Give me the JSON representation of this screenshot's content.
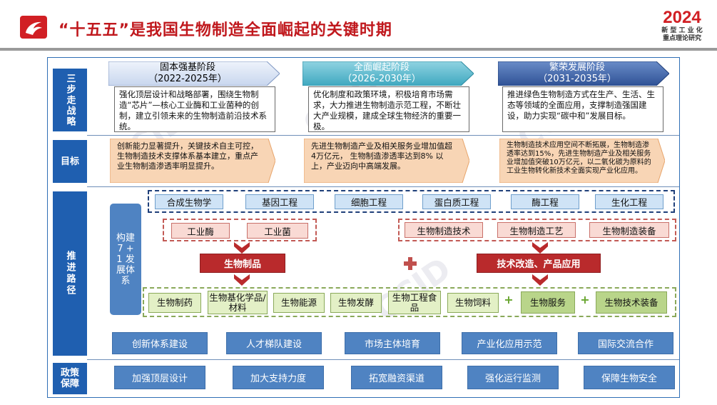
{
  "header": {
    "title": "“十五五”是我国生物制造全面崛起的关键时期",
    "logo_year": "2024",
    "logo_line1": "新 型 工 业 化",
    "logo_line2": "重点理论研究"
  },
  "rows": {
    "strategy": "三步走战略",
    "goals": "目标",
    "paths": "推进路径",
    "policy": "政策保障"
  },
  "phases": [
    {
      "name": "固本强基阶段",
      "years": "（2022-2025年）",
      "desc": "强化顶层设计和战略部署，围绕生物制造“芯片”—核心工业酶和工业菌种的创制，建立引领未来的生物制造前沿技术系统。",
      "goal": "创新能力显著提升，关键技术自主可控，生物制造技术支撑体系基本建立，重点产业生物制造渗透率明显提升。"
    },
    {
      "name": "全面崛起阶段",
      "years": "（2026-2030年）",
      "desc": "优化制度和政策环境，积极培育市场需求，大力推进生物制造示范工程，不断壮大产业规模，建成全球生物经济的重要一极。",
      "goal": "先进生物制造产业及相关服务业增加值超4万亿元， 生物制造渗透率达到8% 以上，产业迈向中高端发展。"
    },
    {
      "name": "繁荣发展阶段",
      "years": "（2031-2035年）",
      "desc": "推进绿色生物制造方式在生产、生活、生态等领域的全面应用，支撑制造强国建设，助力实现“碳中和”发展目标。",
      "goal": "生物制造技术应用空间不断拓展，生物制造渗透率达到15%，先进生物制造产业及相关服务业增加值突破10万亿元，以二氧化碳为原料的工业生物转化新技术全面实现产业化应用。"
    }
  ],
  "system": {
    "label": "构建 7 + 1 发展体系",
    "sciences": [
      "合成生物学",
      "基因工程",
      "细胞工程",
      "蛋白质工程",
      "酶工程",
      "生化工程"
    ],
    "left_inputs": [
      "工业酶",
      "工业菌"
    ],
    "right_inputs": [
      "生物制造技术",
      "生物制造工艺",
      "生物制造装备"
    ],
    "products_label": "生物制品",
    "upgrade_label": "技术改造、产品应用",
    "plus": "+",
    "outputs": [
      "生物制药",
      "生物基化学品/材料",
      "生物能源",
      "生物发酵",
      "生物工程食品",
      "生物饲料",
      "生物服务",
      "生物技术装备"
    ]
  },
  "paths_buttons": [
    "创新体系建设",
    "人才梯队建设",
    "市场主体培育",
    "产业化应用示范",
    "国际交流合作"
  ],
  "policy_buttons": [
    "加强顶层设计",
    "加大支持力度",
    "拓宽融资渠道",
    "强化运行监测",
    "保障生物安全"
  ],
  "colors": {
    "accent_red": "#c0181d",
    "side_blue": "#1f5fb0",
    "button_blue": "#4f83c2"
  }
}
